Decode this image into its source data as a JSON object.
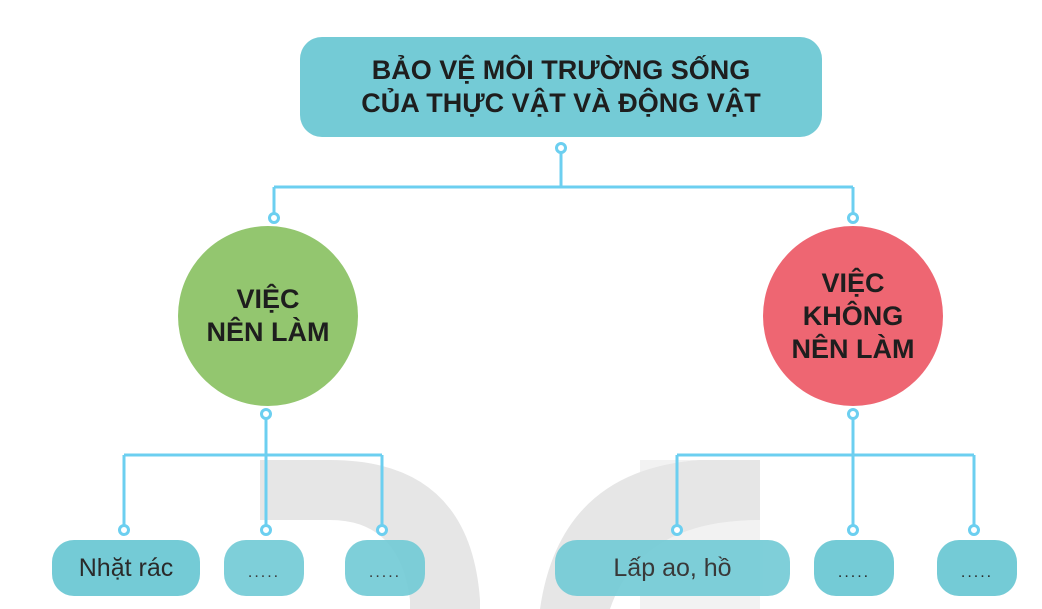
{
  "root": {
    "title_line1": "BẢO VỆ MÔI TRƯỜNG SỐNG",
    "title_line2": "CỦA THỰC VẬT VÀ ĐỘNG VẬT",
    "color": "#74CBD6"
  },
  "branches": [
    {
      "label_lines": [
        "VIỆC",
        "NÊN LÀM"
      ],
      "color": "#93C66F",
      "children": [
        "Nhặt rác",
        ".....",
        "....."
      ]
    },
    {
      "label_lines": [
        "VIỆC",
        "KHÔNG",
        "NÊN LÀM"
      ],
      "color": "#EE6672",
      "children": [
        "Lấp ao, hồ",
        ".....",
        "....."
      ]
    }
  ],
  "connector_color": "#6CCFF0"
}
